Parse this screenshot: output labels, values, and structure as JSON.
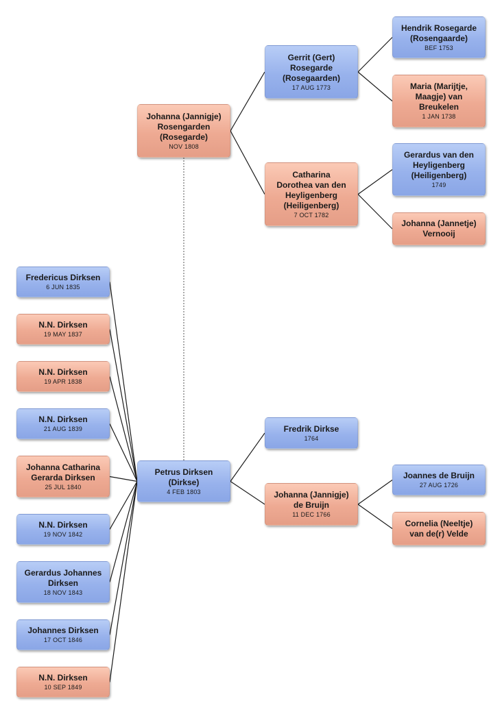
{
  "colors": {
    "male": "#98b2ec",
    "female": "#eeaa93",
    "line": "#1a1a1a",
    "spouse_link": "#555555"
  },
  "people": {
    "hendrik": {
      "name": "Hendrik Rosegarde\n(Rosengaarde)",
      "date": "BEF 1753",
      "sex": "male"
    },
    "maria": {
      "name": "Maria (Marijtje,\nMaagje) van\nBreukelen",
      "date": "1 JAN 1738",
      "sex": "female"
    },
    "gerrit": {
      "name": "Gerrit (Gert)\nRosegarde\n(Rosegaarden)",
      "date": "17 AUG 1773",
      "sex": "male"
    },
    "gerardus_hey": {
      "name": "Gerardus van den\nHeyligenberg\n(Heiligenberg)",
      "date": "1749",
      "sex": "male"
    },
    "catharina": {
      "name": "Catharina\nDorothea van den\nHeyligenberg\n(Heiligenberg)",
      "date": "7 OCT 1782",
      "sex": "female"
    },
    "johanna_vernooij": {
      "name": "Johanna (Jannetje)\nVernooij",
      "date": "",
      "sex": "female"
    },
    "johanna_rosengarden": {
      "name": "Johanna (Jannigje)\nRosengarden\n(Rosegarde)",
      "date": "NOV 1808",
      "sex": "female"
    },
    "petrus": {
      "name": "Petrus Dirksen\n(Dirkse)",
      "date": "4 FEB 1803",
      "sex": "male"
    },
    "fredrik": {
      "name": "Fredrik Dirkse",
      "date": "1764",
      "sex": "male"
    },
    "johanna_bruijn": {
      "name": "Johanna (Jannigje)\nde Bruijn",
      "date": "11 DEC 1766",
      "sex": "female"
    },
    "joannes": {
      "name": "Joannes de Bruijn",
      "date": "27 AUG 1726",
      "sex": "male"
    },
    "cornelia": {
      "name": "Cornelia (Neeltje)\nvan de(r) Velde",
      "date": "",
      "sex": "female"
    },
    "child1": {
      "name": "Fredericus Dirksen",
      "date": "6 JUN 1835",
      "sex": "male"
    },
    "child2": {
      "name": "N.N. Dirksen",
      "date": "19 MAY 1837",
      "sex": "female"
    },
    "child3": {
      "name": "N.N. Dirksen",
      "date": "19 APR 1838",
      "sex": "female"
    },
    "child4": {
      "name": "N.N. Dirksen",
      "date": "21 AUG 1839",
      "sex": "male"
    },
    "child5": {
      "name": "Johanna Catharina\nGerarda Dirksen",
      "date": "25 JUL 1840",
      "sex": "female"
    },
    "child6": {
      "name": "N.N. Dirksen",
      "date": "19 NOV 1842",
      "sex": "male"
    },
    "child7": {
      "name": "Gerardus Johannes\nDirksen",
      "date": "18 NOV 1843",
      "sex": "male"
    },
    "child8": {
      "name": "Johannes Dirksen",
      "date": "17 OCT 1846",
      "sex": "male"
    },
    "child9": {
      "name": "N.N. Dirksen",
      "date": "10 SEP 1849",
      "sex": "female"
    }
  }
}
